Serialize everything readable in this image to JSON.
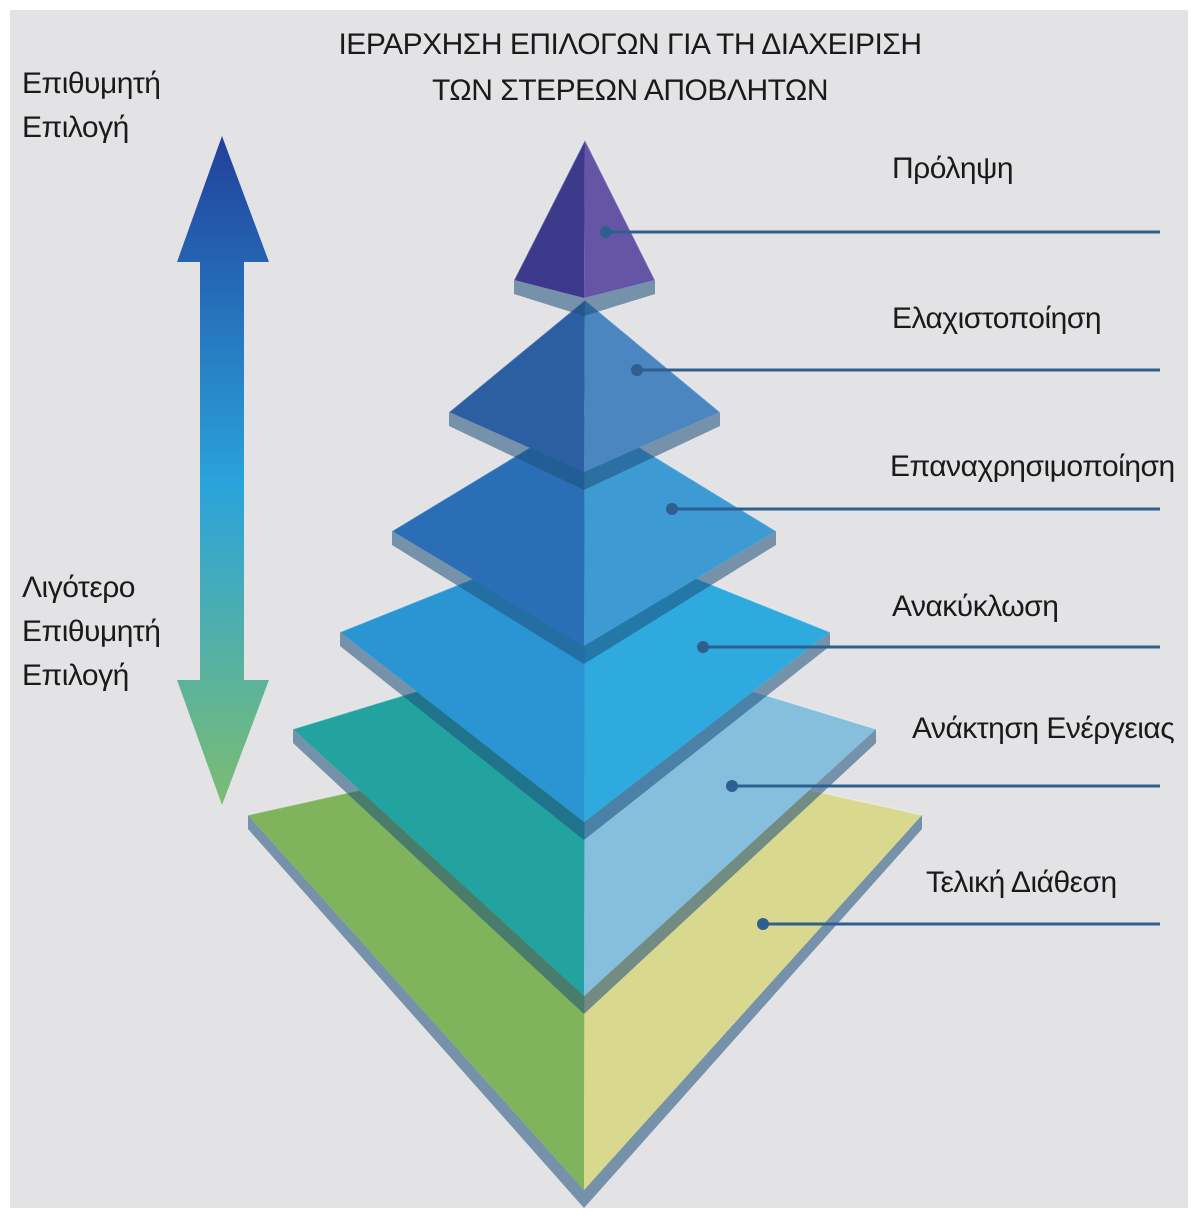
{
  "title": {
    "line1": "ΙΕΡΑΡΧΗΣΗ ΕΠΙΛΟΓΩΝ ΓΙΑ ΤΗ ΔΙΑΧΕΙΡΙΣΗ",
    "line2": "ΤΩΝ ΣΤΕΡΕΩΝ ΑΠΟΒΛΗΤΩΝ"
  },
  "axis": {
    "top_label_line1": "Επιθυμητή",
    "top_label_line2": "Επιλογή",
    "bottom_label_line1": "Λιγότερο",
    "bottom_label_line2": "Επιθυμητή",
    "bottom_label_line3": "Επιλογή"
  },
  "levels": [
    {
      "label": "Πρόληψη",
      "color_left": "#3d3a8c",
      "color_right": "#6455a6"
    },
    {
      "label": "Ελαχιστοποίηση",
      "color_left": "#2c5fa1",
      "color_right": "#4b86c0"
    },
    {
      "label": "Επαναχρησιμοποίηση",
      "color_left": "#2a6fb5",
      "color_right": "#3d9ad2"
    },
    {
      "label": "Ανακύκλωση",
      "color_left": "#2b95d3",
      "color_right": "#2eaadf"
    },
    {
      "label": "Ανάκτηση Ενέργειας",
      "color_left": "#22a3a0",
      "color_right": "#86bfdd"
    },
    {
      "label": "Τελική Διάθεση",
      "color_left": "#80b45c",
      "color_right": "#d9d88f"
    }
  ],
  "colors": {
    "background": "#e3e3e5",
    "leader_line": "#2f5f8f",
    "arrow_top": "#21409a",
    "arrow_mid": "#2aa3dc",
    "arrow_bottom": "#7bbd72"
  }
}
